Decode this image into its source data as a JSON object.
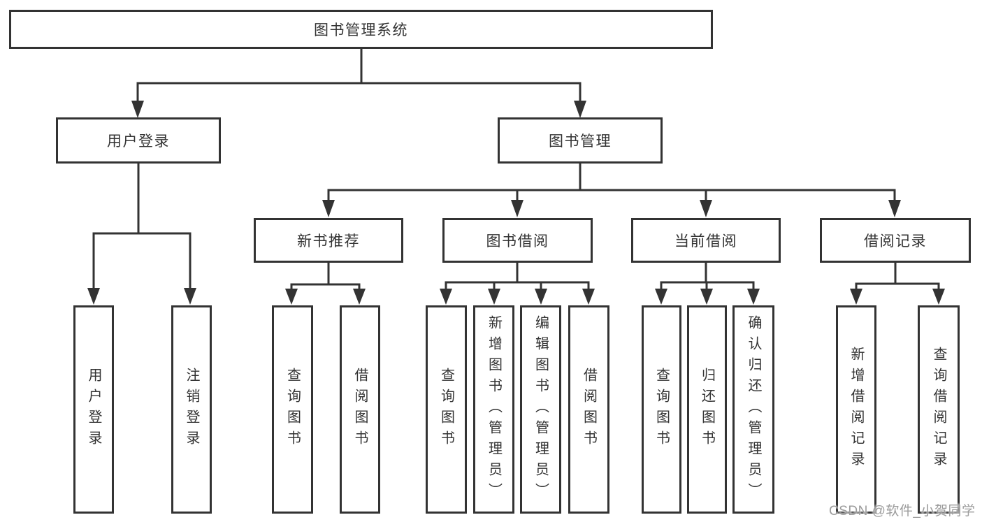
{
  "diagram": {
    "title": "图书管理系统",
    "children": [
      {
        "label": "用户登录",
        "children": [
          {
            "label": "用户登录"
          },
          {
            "label": "注销登录"
          }
        ]
      },
      {
        "label": "图书管理",
        "children": [
          {
            "label": "新书推荐",
            "children": [
              {
                "label": "查询图书"
              },
              {
                "label": "借阅图书"
              }
            ]
          },
          {
            "label": "图书借阅",
            "children": [
              {
                "label": "查询图书"
              },
              {
                "label": "新增图书（管理员）"
              },
              {
                "label": "编辑图书（管理员）"
              },
              {
                "label": "借阅图书"
              }
            ]
          },
          {
            "label": "当前借阅",
            "children": [
              {
                "label": "查询图书"
              },
              {
                "label": "归还图书"
              },
              {
                "label": "确认归还（管理员）"
              }
            ]
          },
          {
            "label": "借阅记录",
            "children": [
              {
                "label": "新增借阅记录"
              },
              {
                "label": "查询借阅记录"
              }
            ]
          }
        ]
      }
    ]
  },
  "watermark": {
    "text": "CSDN @软件_小贺同学"
  },
  "colors": {
    "line": "#333333",
    "text": "#333333",
    "background": "#ffffff",
    "watermark": "#9b9b9b"
  }
}
